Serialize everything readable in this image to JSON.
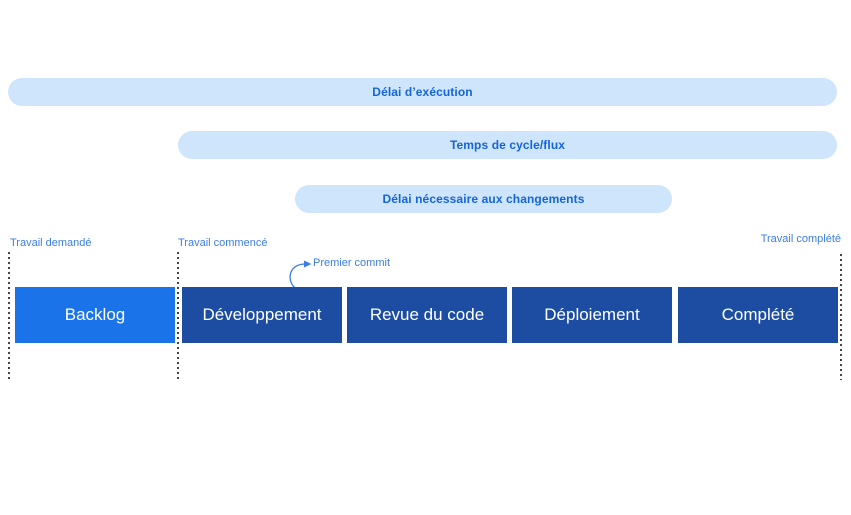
{
  "bars": [
    {
      "label": "Délai d’exécution"
    },
    {
      "label": "Temps de cycle/flux"
    },
    {
      "label": "Délai nécessaire aux changements"
    }
  ],
  "markers": {
    "requested": "Travail demandé",
    "started": "Travail commencé",
    "completed": "Travail complété"
  },
  "annotation": {
    "label": "Premier commit"
  },
  "stages": [
    {
      "label": "Backlog"
    },
    {
      "label": "Développement"
    },
    {
      "label": "Revue du code"
    },
    {
      "label": "Déploiement"
    },
    {
      "label": "Complété"
    }
  ],
  "colors": {
    "bar_background": "#cee5fb",
    "bar_text": "#1565d9",
    "stage_active": "#1a73e8",
    "stage_default": "#1d4da2",
    "stage_text": "#ffffff",
    "label_blue": "#3b7ee2",
    "dotted_line": "#454545"
  }
}
